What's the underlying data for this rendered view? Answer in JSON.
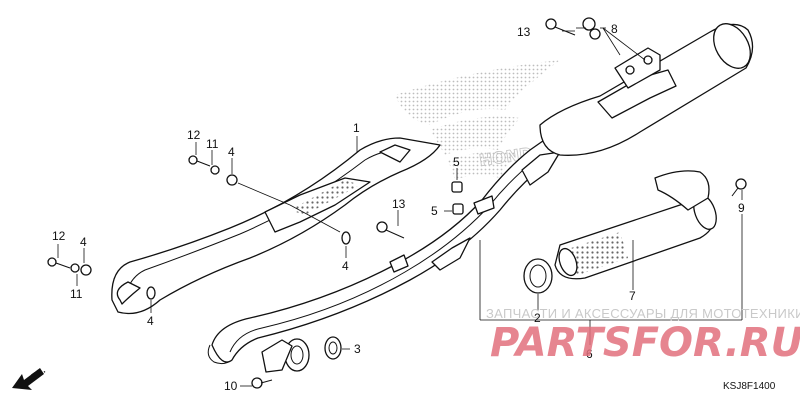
{
  "diagram": {
    "code": "KSJ8F1400",
    "direction": "FR.",
    "callouts": {
      "c1": "1",
      "c2": "2",
      "c3": "3",
      "c4a": "4",
      "c4b": "4",
      "c4c": "4",
      "c4d": "4",
      "c5a": "5",
      "c5b": "5",
      "c6": "6",
      "c7": "7",
      "c8": "8",
      "c9": "9",
      "c10": "10",
      "c11a": "11",
      "c11b": "11",
      "c12a": "12",
      "c12b": "12",
      "c13a": "13",
      "c13b": "13"
    }
  },
  "watermark": {
    "caption": "ЗАПЧАСТИ И АКСЕССУАРЫ ДЛЯ МОТОТЕХНИКИ",
    "logo": "PARTSFOR.RU",
    "brand": "HONDA"
  },
  "colors": {
    "ink": "#111111",
    "watermark_red": "#e2707d",
    "watermark_gray": "#c9c9c9"
  }
}
